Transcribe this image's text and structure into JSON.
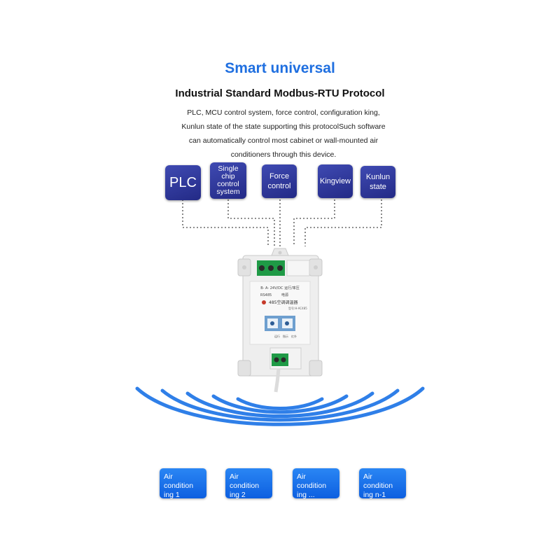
{
  "headline": "Smart universal",
  "subtitle": "Industrial Standard Modbus-RTU Protocol",
  "description_lines": [
    "PLC, MCU control system, force control, configuration king,",
    "Kunlun state of the state supporting this protocolSuch software",
    "can automatically control most cabinet or wall-mounted air",
    "conditioners through this device."
  ],
  "systems": [
    {
      "id": "plc",
      "label": "PLC"
    },
    {
      "id": "mcu",
      "lines": [
        "Single",
        "chip",
        "control",
        "system"
      ]
    },
    {
      "id": "force",
      "lines": [
        "Force",
        "control"
      ]
    },
    {
      "id": "kingview",
      "label": "Kingview"
    },
    {
      "id": "kunlun",
      "lines": [
        "Kunlun",
        "state"
      ]
    }
  ],
  "device": {
    "terminal_label": "B-  A-  24V/DC 运行/率压",
    "rs485": "RS485",
    "power": "电源",
    "product_name": "485空调调温器",
    "model": "型号:H-AC485",
    "side_labels": [
      "运行",
      "指示",
      "红外"
    ]
  },
  "air_conditioners": [
    {
      "lines": [
        "Air condition",
        "ing 1"
      ]
    },
    {
      "lines": [
        "Air condition",
        "ing 2"
      ]
    },
    {
      "lines": [
        "Air condition",
        "ing ..."
      ]
    },
    {
      "lines": [
        "Air condition",
        "ing n-1"
      ]
    }
  ],
  "colors": {
    "headline": "#1f6fe0",
    "system_box": "#2c3495",
    "ac_box": "#1a6ff0",
    "wave": "#2f7fe8"
  }
}
